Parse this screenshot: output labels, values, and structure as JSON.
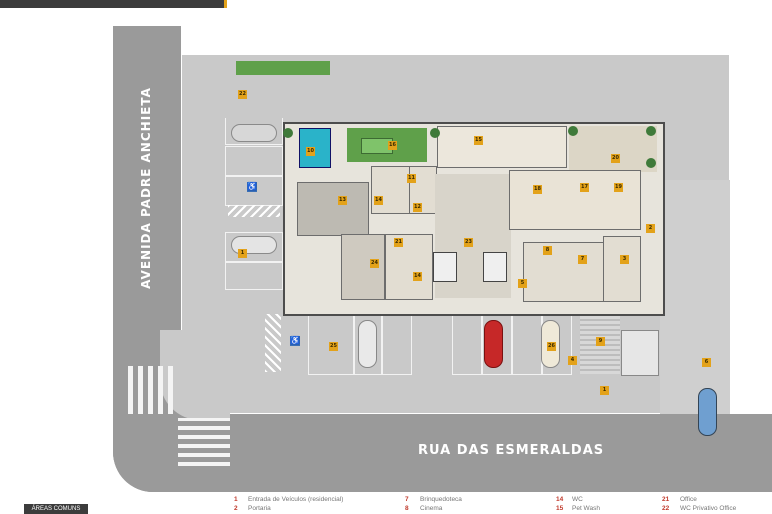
{
  "streets": {
    "vertical": "AVENIDA PADRE ANCHIETA",
    "horizontal": "RUA DAS ESMERALDAS"
  },
  "badges": [
    "22",
    "1",
    "10",
    "16",
    "15",
    "20",
    "13",
    "14",
    "11",
    "12",
    "18",
    "19",
    "17",
    "2",
    "21",
    "23",
    "8",
    "7",
    "3",
    "4",
    "5",
    "9",
    "6",
    "24",
    "25",
    "26"
  ],
  "legend": {
    "tab_label": "ÁREAS COMUNS",
    "col1": [
      {
        "num": "1",
        "text": "Entrada de Veículos (residencial)"
      },
      {
        "num": "2",
        "text": "Portaria"
      }
    ],
    "col2": [
      {
        "num": "7",
        "text": "Brinquedoteca"
      },
      {
        "num": "8",
        "text": "Cinema"
      }
    ],
    "col3": [
      {
        "num": "14",
        "text": "WC"
      },
      {
        "num": "15",
        "text": "Pet Wash"
      }
    ],
    "col4": [
      {
        "num": "21",
        "text": "Office"
      },
      {
        "num": "22",
        "text": "WC Privativo Office"
      }
    ]
  },
  "colors": {
    "road": "#9a9a9a",
    "accent": "#e3a21a",
    "legend_num": "#c0392b",
    "grass": "#5fa04a",
    "pool": "#2ab3c9"
  }
}
